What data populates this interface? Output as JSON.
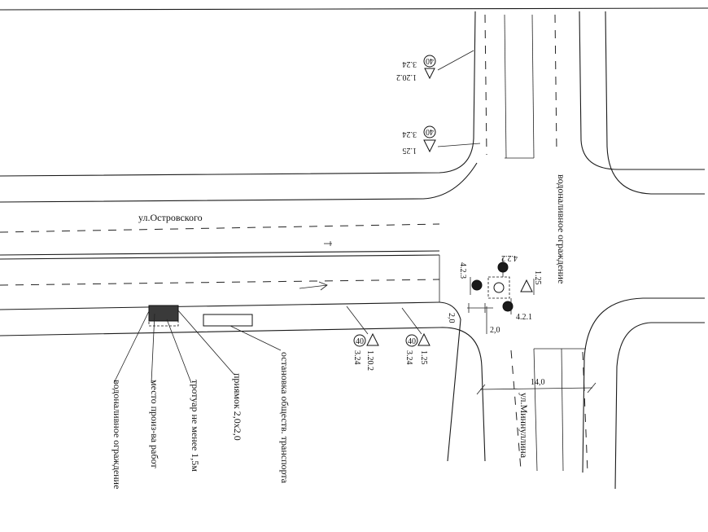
{
  "streets": {
    "main": "ул.Островского",
    "cross": "ул.Миннуллина"
  },
  "labels": {
    "water_barrier_left": "водоналивное ограждение",
    "work_place": "место произ-ва работ",
    "sidewalk": "тротуар не менее 1,5м",
    "pit": "приямок 2,0х2,0",
    "bus_stop": "остановка обществ. транспорта",
    "water_barrier_right": "водоналивное ограждение"
  },
  "signs": {
    "top_1": {
      "triangle_code": "1.20.2",
      "limit_value": "40",
      "limit_code": "3.24"
    },
    "top_2": {
      "triangle_code": "1.25",
      "limit_value": "40",
      "limit_code": "3.24"
    },
    "bottom_1": {
      "triangle_code": "1.20.2",
      "limit_value": "40",
      "limit_code": "3.24"
    },
    "bottom_2": {
      "triangle_code": "1.25",
      "limit_value": "40",
      "limit_code": "3.24"
    },
    "s_422": "4.2.2",
    "s_423": "4.2.3",
    "s_421": "4.2.1",
    "s_125": "1.25"
  },
  "dimensions": {
    "width_cross": "14,0",
    "offset_a": "2,0",
    "offset_b": "2,0"
  },
  "colors": {
    "ink": "#1a1a1a",
    "work_fill": "#3a3a3a"
  }
}
